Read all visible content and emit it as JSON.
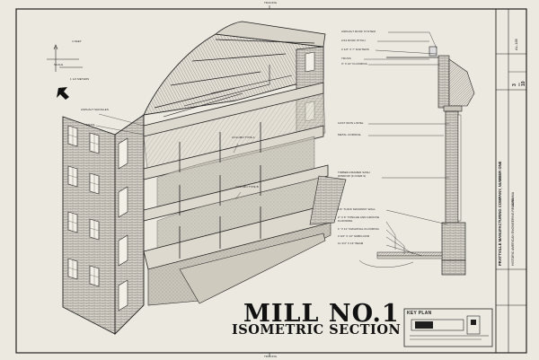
{
  "title": {
    "main": "MILL NO.1",
    "sub": "ISOMETRIC SECTION"
  },
  "top_marks": {
    "left": "TRACING",
    "right": "TRACING"
  },
  "scale": {
    "feet": "4 FEET",
    "meters": "1 1/2 METERS",
    "label": "SCALE"
  },
  "callouts_left": {
    "shingles": "ASPHALT SHINGLES",
    "metal": "METAL",
    "column_a": "COLUMN TYPE A",
    "column_b": "COLUMN TYPE B"
  },
  "callouts_right": [
    "ASPHALT ROOF SYSTEM",
    "2/12 ROOF PITCH",
    "2 1/2\" X 7\" RAFTERS",
    "TRUSS",
    "3\" X 10\" FLOORING",
    "CAST IRON LINTEL",
    "METAL CORNICE",
    "TIMBER-FRAMED SASH WINDOW (9 over 9)",
    "1/4\" THICK MASONRY WALL",
    "2\" X 6\" TONGUE AND GROOVE FLOORING",
    "1\" X 11\" DIAGONAL FLOORING",
    "3 3/4\" X 13\" SUBFLOOR",
    "11 3/4\" X 13\" BEAM"
  ],
  "key_plan": {
    "label": "KEY PLAN"
  },
  "title_block": {
    "project": "PRATTVILLE MANUFACTURING COMPANY, NUMBER ONE",
    "sheet_no": "3",
    "of": "OF",
    "total": "10",
    "state": "ALABAMA",
    "survey": "HISTORIC AMERICAN ENGINEERING RECORD",
    "hers": "AL-185"
  }
}
